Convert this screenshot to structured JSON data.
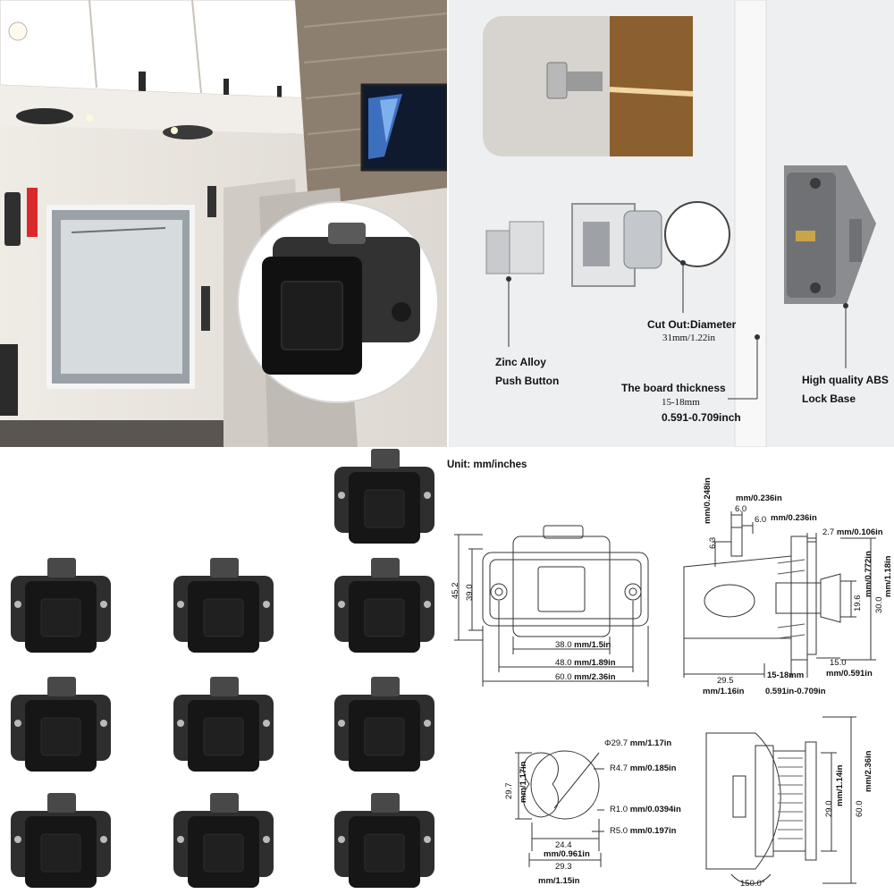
{
  "feature_labels": {
    "cutout_title": "Cut Out:Diameter",
    "cutout_value": "31mm/1.22in",
    "button_line1": "Zinc Alloy",
    "button_line2": "Push Button",
    "board_title": "The board thickness",
    "board_mm": "15-18mm",
    "board_in": "0.591-0.709inch",
    "base_line1": "High quality ABS",
    "base_line2": "Lock Base"
  },
  "unit_label": "Unit: mm/inches",
  "dims_front": {
    "h_outer": "45.2",
    "h_inner": "39.0",
    "w1": "38.0",
    "w1_in": "mm/1.5in",
    "w2": "48.0",
    "w2_in": "mm/1.89in",
    "w3": "60.0",
    "w3_in": "mm/2.36in"
  },
  "dims_side": {
    "d63": "6.3",
    "d63_in": "mm/0.248in",
    "d6a": "6.0",
    "d6a_in": "mm/0.236in",
    "d6b": "6.0",
    "d6b_in": "mm/0.236in",
    "d27": "2.7",
    "d27_in": "mm/0.106in",
    "d196": "19.6",
    "d196_in": "mm/0.772in",
    "d30": "30.0",
    "d30_in": "mm/1.18in",
    "d15": "15.0",
    "d15_in": "mm/0.591in",
    "d295": "29.5",
    "d295_in": "mm/1.16in",
    "board": "15-18mm",
    "board_in": "0.591in-0.709in"
  },
  "dims_cutout": {
    "phi": "Φ29.7",
    "phi_in": "mm/1.17in",
    "r47": "R4.7",
    "r47_in": "mm/0.185in",
    "r1": "R1.0",
    "r1_in": "mm/0.0394in",
    "r5": "R5.0",
    "r5_in": "mm/0.197in",
    "h297": "29.7",
    "h297_in": "mm/1.17in",
    "w244": "24.4",
    "w244_in": "mm/0.961in",
    "w293": "29.3",
    "w293_in": "mm/1.15in"
  },
  "dims_profile": {
    "h29": "29.0",
    "h29_in": "mm/1.14in",
    "h60": "60.0",
    "h60_in": "mm/2.36in",
    "angle": "150.0°"
  },
  "colors": {
    "latch_body": "#2b2b2b",
    "latch_button": "#1a1a1a",
    "accent_steel": "#c4c7cc",
    "abs_grey": "#8a8c90"
  }
}
